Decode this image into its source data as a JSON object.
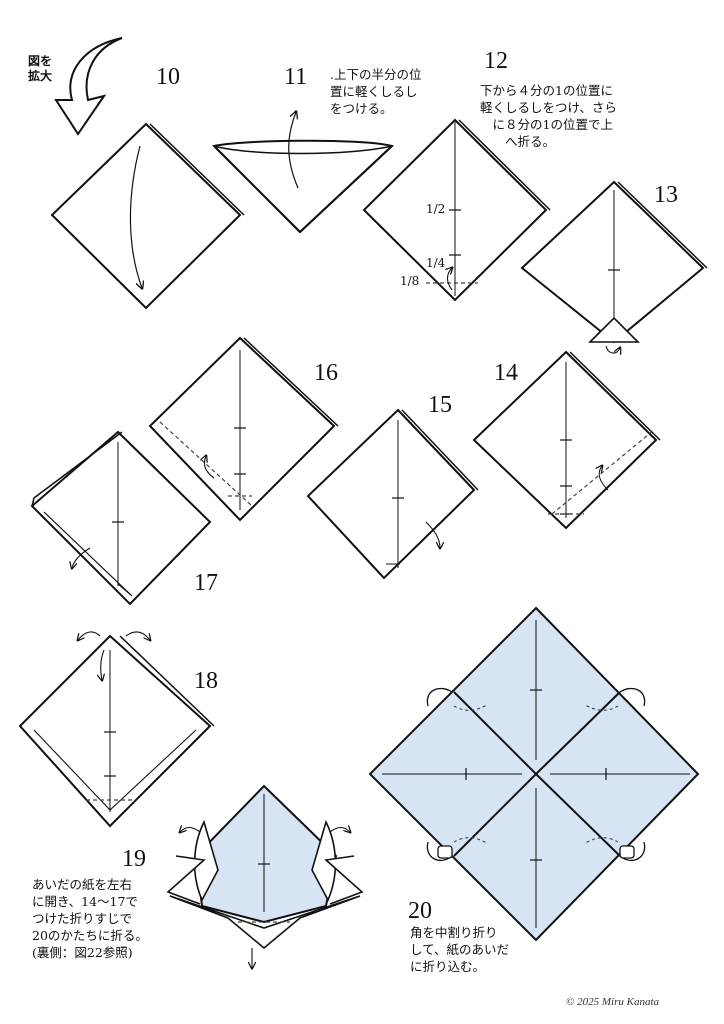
{
  "header": {
    "enlarge_label": "図を\n拡大"
  },
  "colors": {
    "paper": "#ffffff",
    "blue": "#d7e4f4",
    "line": "#111111",
    "dash": "#444444"
  },
  "steps": {
    "s10": "10",
    "s11": "11",
    "s12": "12",
    "s13": "13",
    "s14": "14",
    "s15": "15",
    "s16": "16",
    "s17": "17",
    "s18": "18",
    "s19": "19",
    "s20": "20"
  },
  "notes": {
    "step11": ".上下の半分の位\n置に軽くしるし\nをつける。",
    "step12": "下から４分の1の位置に\n軽くしるしをつけ、さら\n　に８分の1の位置で上\n　　へ折る。",
    "step19": "あいだの紙を左右\nに開き、14〜17で\nつけた折りすじで\n20のかたちに折る。\n(裏側：図22参照)",
    "step20": "角を中割り折り\nして、紙のあいだ\nに折り込む。"
  },
  "marks": {
    "half": "1/2",
    "quarter": "1/4",
    "eighth": "1/8"
  },
  "copyright": "© 2025 Miru Kanata"
}
